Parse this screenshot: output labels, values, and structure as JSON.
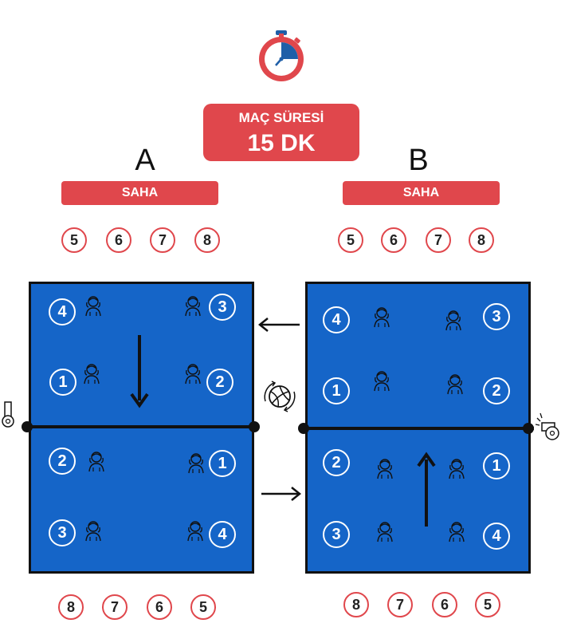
{
  "match": {
    "label": "MAÇ SÜRESİ",
    "duration": "15 DK"
  },
  "fields": [
    {
      "letter": "A",
      "banner": "SAHA",
      "reserves_top": [
        "5",
        "6",
        "7",
        "8"
      ],
      "reserves_bottom": [
        "8",
        "7",
        "6",
        "5"
      ],
      "upper_positions": [
        "4",
        "3",
        "1",
        "2"
      ],
      "lower_positions": [
        "2",
        "1",
        "3",
        "4"
      ]
    },
    {
      "letter": "B",
      "banner": "SAHA",
      "reserves_top": [
        "5",
        "6",
        "7",
        "8"
      ],
      "reserves_bottom": [
        "8",
        "7",
        "6",
        "5"
      ],
      "upper_positions": [
        "4",
        "3",
        "1",
        "2"
      ],
      "lower_positions": [
        "2",
        "1",
        "3",
        "4"
      ]
    }
  ],
  "colors": {
    "accent": "#e0474c",
    "court": "#1565c8",
    "line": "#111111"
  },
  "icons": [
    "stopwatch-icon",
    "whistle-icon",
    "volleyball-rotation-icon",
    "player-icon",
    "arrow-icon"
  ]
}
